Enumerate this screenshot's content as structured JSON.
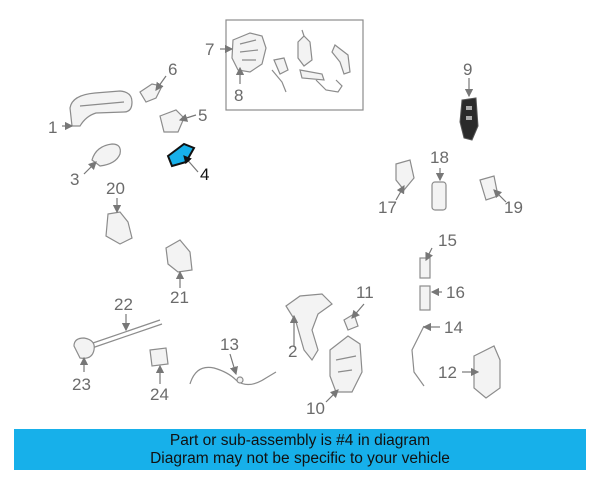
{
  "diagram": {
    "parts": [
      {
        "number": "1"
      },
      {
        "number": "2"
      },
      {
        "number": "3"
      },
      {
        "number": "4",
        "highlighted": true
      },
      {
        "number": "5"
      },
      {
        "number": "6"
      },
      {
        "number": "7"
      },
      {
        "number": "8"
      },
      {
        "number": "9"
      },
      {
        "number": "10"
      },
      {
        "number": "11"
      },
      {
        "number": "12"
      },
      {
        "number": "13"
      },
      {
        "number": "14"
      },
      {
        "number": "15"
      },
      {
        "number": "16"
      },
      {
        "number": "17"
      },
      {
        "number": "18"
      },
      {
        "number": "19"
      },
      {
        "number": "20"
      },
      {
        "number": "21"
      },
      {
        "number": "22"
      },
      {
        "number": "23"
      },
      {
        "number": "24"
      }
    ],
    "highlight_color": "#111111",
    "part_color": "#8c8c8c"
  },
  "banner": {
    "line1": "Part or sub-assembly is #4 in diagram",
    "line2": "Diagram may not be specific to your vehicle",
    "background": "#17b0ea"
  }
}
